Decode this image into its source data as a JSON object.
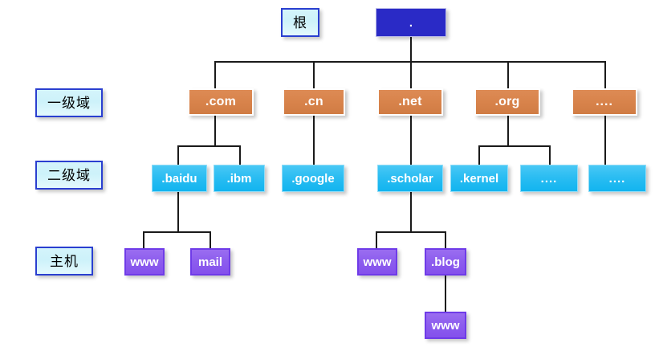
{
  "diagram": {
    "title": "DNS domain name hierarchy",
    "colors": {
      "root": "#2a2ac6",
      "tld": "#d8834b",
      "sld": "#2bbdf2",
      "host": "#8c5cee",
      "level_label_fill": "#cdf2fa",
      "level_label_border": "#2a3fd0",
      "line": "#1a1a1a",
      "background": "#ffffff"
    },
    "level_labels": [
      {
        "id": "root",
        "text": "根"
      },
      {
        "id": "tld",
        "text": "一级域"
      },
      {
        "id": "sld",
        "text": "二级域"
      },
      {
        "id": "host",
        "text": "主机"
      }
    ],
    "root_node": {
      "id": "root-dot",
      "text": "."
    },
    "tld_nodes": [
      {
        "id": "tld-com",
        "text": ".com"
      },
      {
        "id": "tld-cn",
        "text": ".cn"
      },
      {
        "id": "tld-net",
        "text": ".net"
      },
      {
        "id": "tld-org",
        "text": ".org"
      },
      {
        "id": "tld-ellipsis",
        "text": "...."
      }
    ],
    "sld_nodes": [
      {
        "id": "sld-baidu",
        "text": ".baidu"
      },
      {
        "id": "sld-ibm",
        "text": ".ibm"
      },
      {
        "id": "sld-google",
        "text": ".google"
      },
      {
        "id": "sld-scholar",
        "text": ".scholar"
      },
      {
        "id": "sld-kernel",
        "text": ".kernel"
      },
      {
        "id": "sld-ellipsis1",
        "text": "...."
      },
      {
        "id": "sld-ellipsis2",
        "text": "...."
      }
    ],
    "host_nodes": [
      {
        "id": "host-baidu-www",
        "text": "www"
      },
      {
        "id": "host-baidu-mail",
        "text": "mail"
      },
      {
        "id": "host-scholar-www",
        "text": "www"
      },
      {
        "id": "host-scholar-blog",
        "text": ".blog"
      },
      {
        "id": "host-blog-www",
        "text": "www"
      }
    ]
  }
}
